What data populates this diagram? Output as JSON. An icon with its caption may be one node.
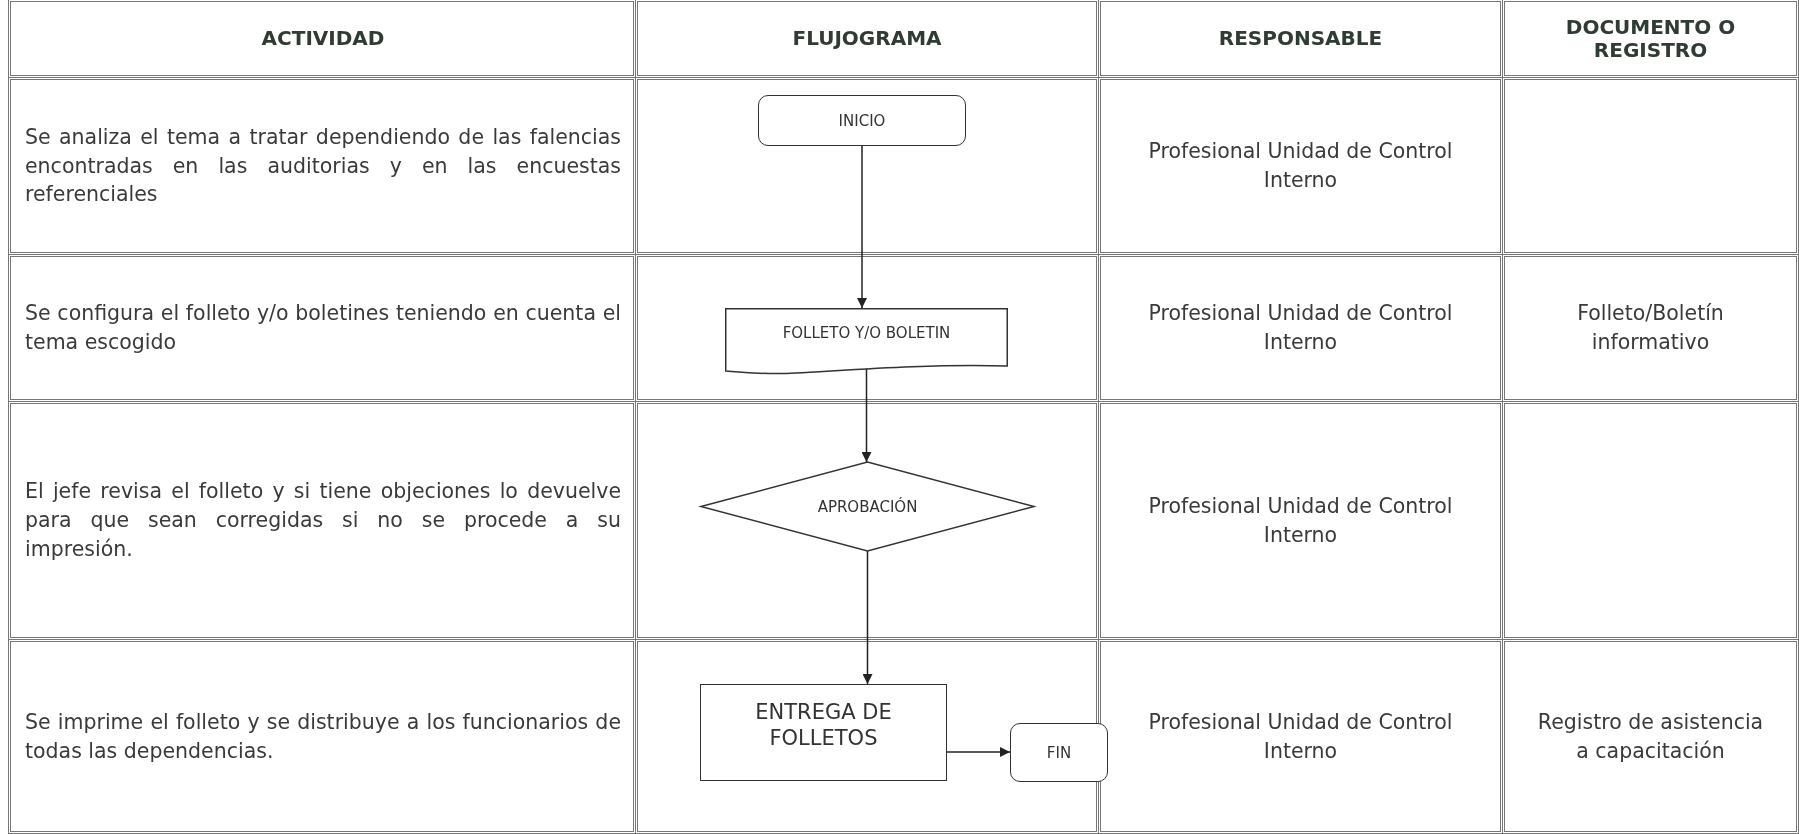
{
  "diagram": {
    "nodes": [
      {
        "text": [
          "INICIO"
        ]
      },
      {
        "text": [
          "FOLLETO Y/O BOLETIN"
        ]
      },
      {
        "text": [
          "APROBACIÓN"
        ]
      },
      {
        "text": [
          "ENTREGA DE FOLLETOS"
        ]
      },
      {
        "text": [
          "FIN"
        ]
      }
    ],
    "edges": [
      {
        "from": 0,
        "to": 1,
        "arrow": "to"
      },
      {
        "from": 1,
        "to": 2,
        "arrow": "to"
      },
      {
        "from": 2,
        "to": 3,
        "arrow": "to"
      },
      {
        "from": 3,
        "to": 4,
        "arrow": "to"
      }
    ],
    "labels": [
      "ACTIVIDAD",
      "FLUJOGRAMA",
      "RESPONSABLE",
      "DOCUMENTO O REGISTRO",
      "Se analiza el tema a tratar dependiendo de las falencias encontradas en las auditorias y en las encuestas referenciales",
      "Profesional Unidad de Control Interno",
      "Se configura el folleto y/o boletines teniendo en cuenta el tema escogido",
      "Profesional Unidad de Control Interno",
      "Folleto/Boletín informativo",
      "El jefe revisa el folleto y si tiene objeciones lo devuelve para que sean corregidas si no se procede a su impresión.",
      "Profesional Unidad de Control Interno",
      "Se imprime el folleto y se distribuye a los funcionarios de todas las dependencias.",
      "Profesional Unidad de Control Interno",
      "Registro de asistencia a capacitación"
    ]
  }
}
